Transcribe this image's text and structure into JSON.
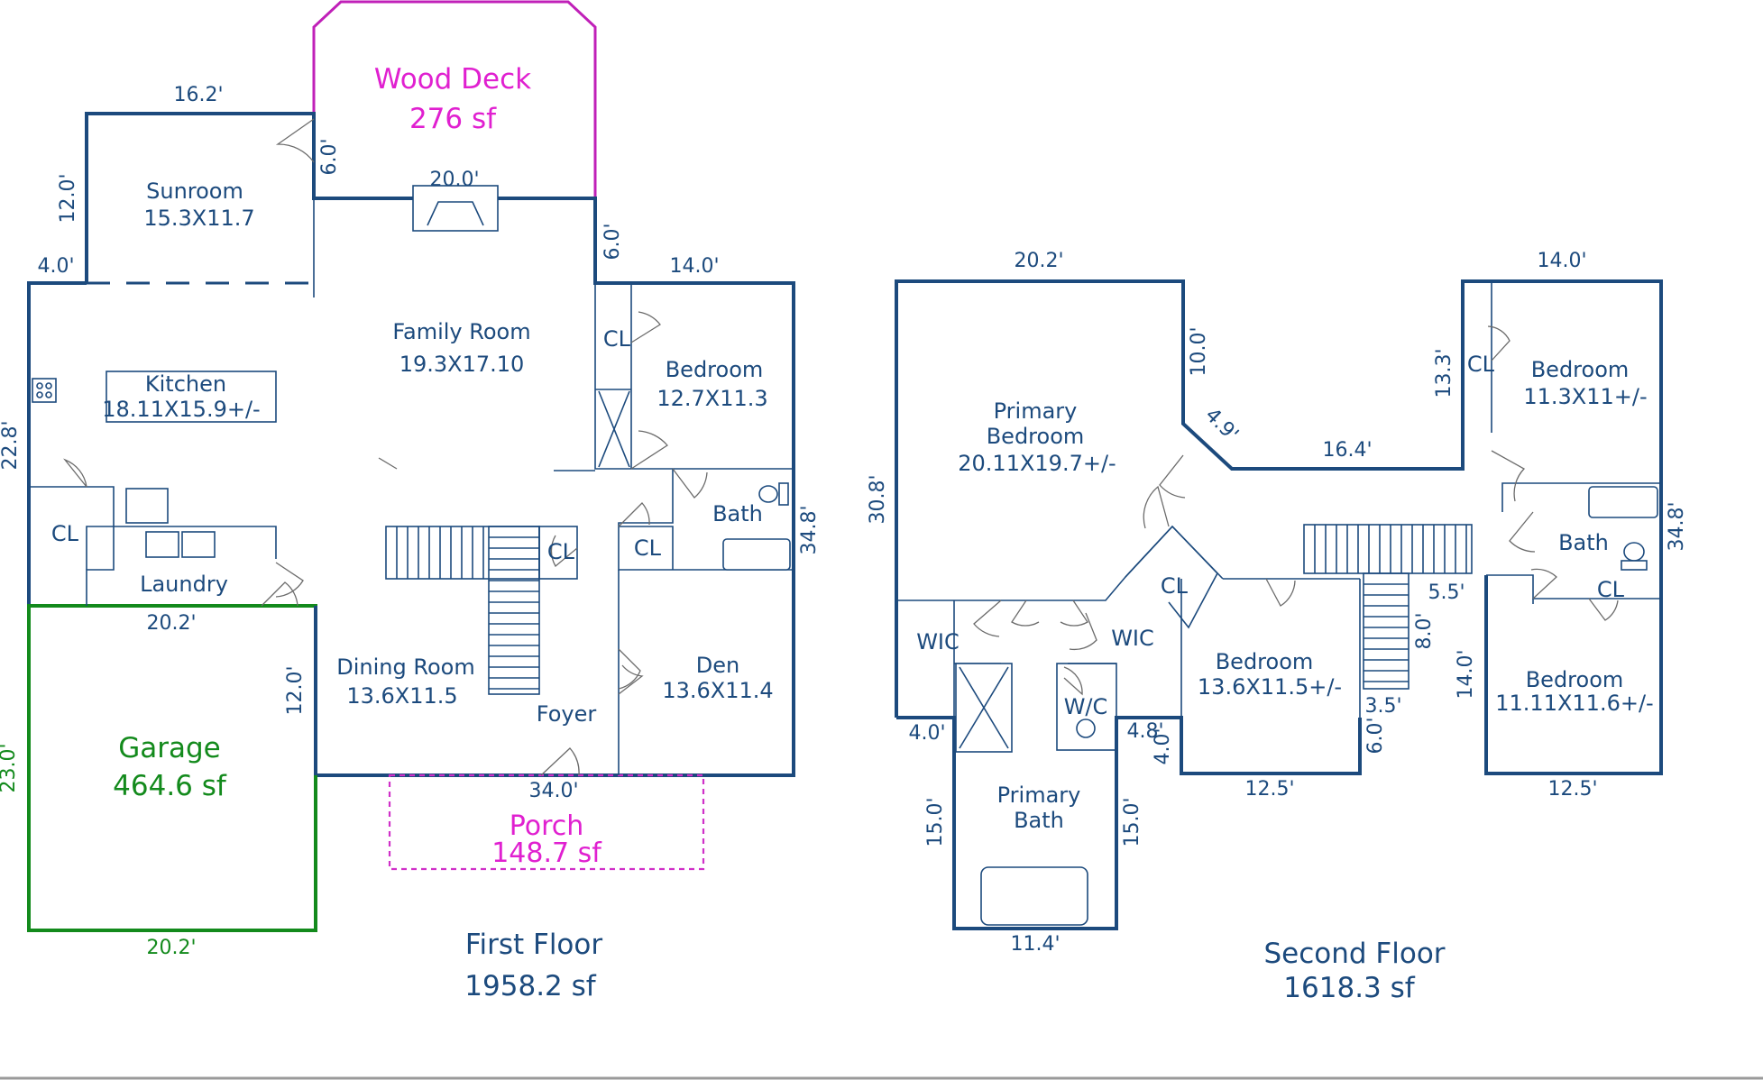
{
  "first_floor": {
    "title": "First Floor",
    "area": "1958.2 sf",
    "rooms": {
      "sunroom": {
        "name": "Sunroom",
        "size": "15.3X11.7"
      },
      "kitchen": {
        "name": "Kitchen",
        "size": "18.11X15.9+/-"
      },
      "family_room": {
        "name": "Family Room",
        "size": "19.3X17.10"
      },
      "bedroom": {
        "name": "Bedroom",
        "size": "12.7X11.3"
      },
      "bath": {
        "name": "Bath"
      },
      "laundry": {
        "name": "Laundry"
      },
      "dining_room": {
        "name": "Dining Room",
        "size": "13.6X11.5"
      },
      "foyer": {
        "name": "Foyer"
      },
      "den": {
        "name": "Den",
        "size": "13.6X11.4"
      },
      "closet": "CL"
    },
    "wood_deck": {
      "name": "Wood Deck",
      "area": "276 sf"
    },
    "porch": {
      "name": "Porch",
      "area": "148.7 sf"
    },
    "garage": {
      "name": "Garage",
      "area": "464.6 sf"
    },
    "dims": {
      "sunroom_top": "16.2'",
      "sunroom_side": "12.0'",
      "deck_side": "6.0'",
      "deck_width": "20.0'",
      "kitchen_step": "4.0'",
      "family_step": "6.0'",
      "bedroom_top": "14.0'",
      "left_side": "22.8'",
      "right_side": "34.8'",
      "garage_top": "20.2'",
      "garage_inner": "12.0'",
      "garage_side": "23.0'",
      "front": "34.0'",
      "garage_bottom": "20.2'"
    }
  },
  "second_floor": {
    "title": "Second Floor",
    "area": "1618.3 sf",
    "rooms": {
      "primary_bedroom": {
        "line1": "Primary",
        "line2": "Bedroom",
        "size": "20.11X19.7+/-"
      },
      "bedroom_ne": {
        "name": "Bedroom",
        "size": "11.3X11+/-"
      },
      "bath": {
        "name": "Bath"
      },
      "bedroom_mid": {
        "name": "Bedroom",
        "size": "13.6X11.5+/-"
      },
      "bedroom_se": {
        "name": "Bedroom",
        "size": "11.11X11.6+/-"
      },
      "primary_bath": {
        "line1": "Primary",
        "line2": "Bath"
      },
      "wic": "WIC",
      "wc": "W/C",
      "closet": "CL"
    },
    "dims": {
      "primary_top": "20.2'",
      "ne_top": "14.0'",
      "primary_step": "10.0'",
      "diag": "4.9'",
      "hall": "16.4'",
      "ne_side": "13.3'",
      "left_side": "30.8'",
      "right_side": "34.8'",
      "stair_w": "5.5'",
      "stair_l": "8.0'",
      "wic_step": "4.0'",
      "wc_step_w": "4.8'",
      "wc_step_h": "4.0'",
      "stair_step_w": "3.5'",
      "stair_step_h": "6.0'",
      "se_side": "14.0'",
      "bath_left": "15.0'",
      "bath_right": "15.0'",
      "bath_bottom": "11.4'",
      "mid_bottom": "12.5'",
      "se_bottom": "12.5'"
    }
  }
}
